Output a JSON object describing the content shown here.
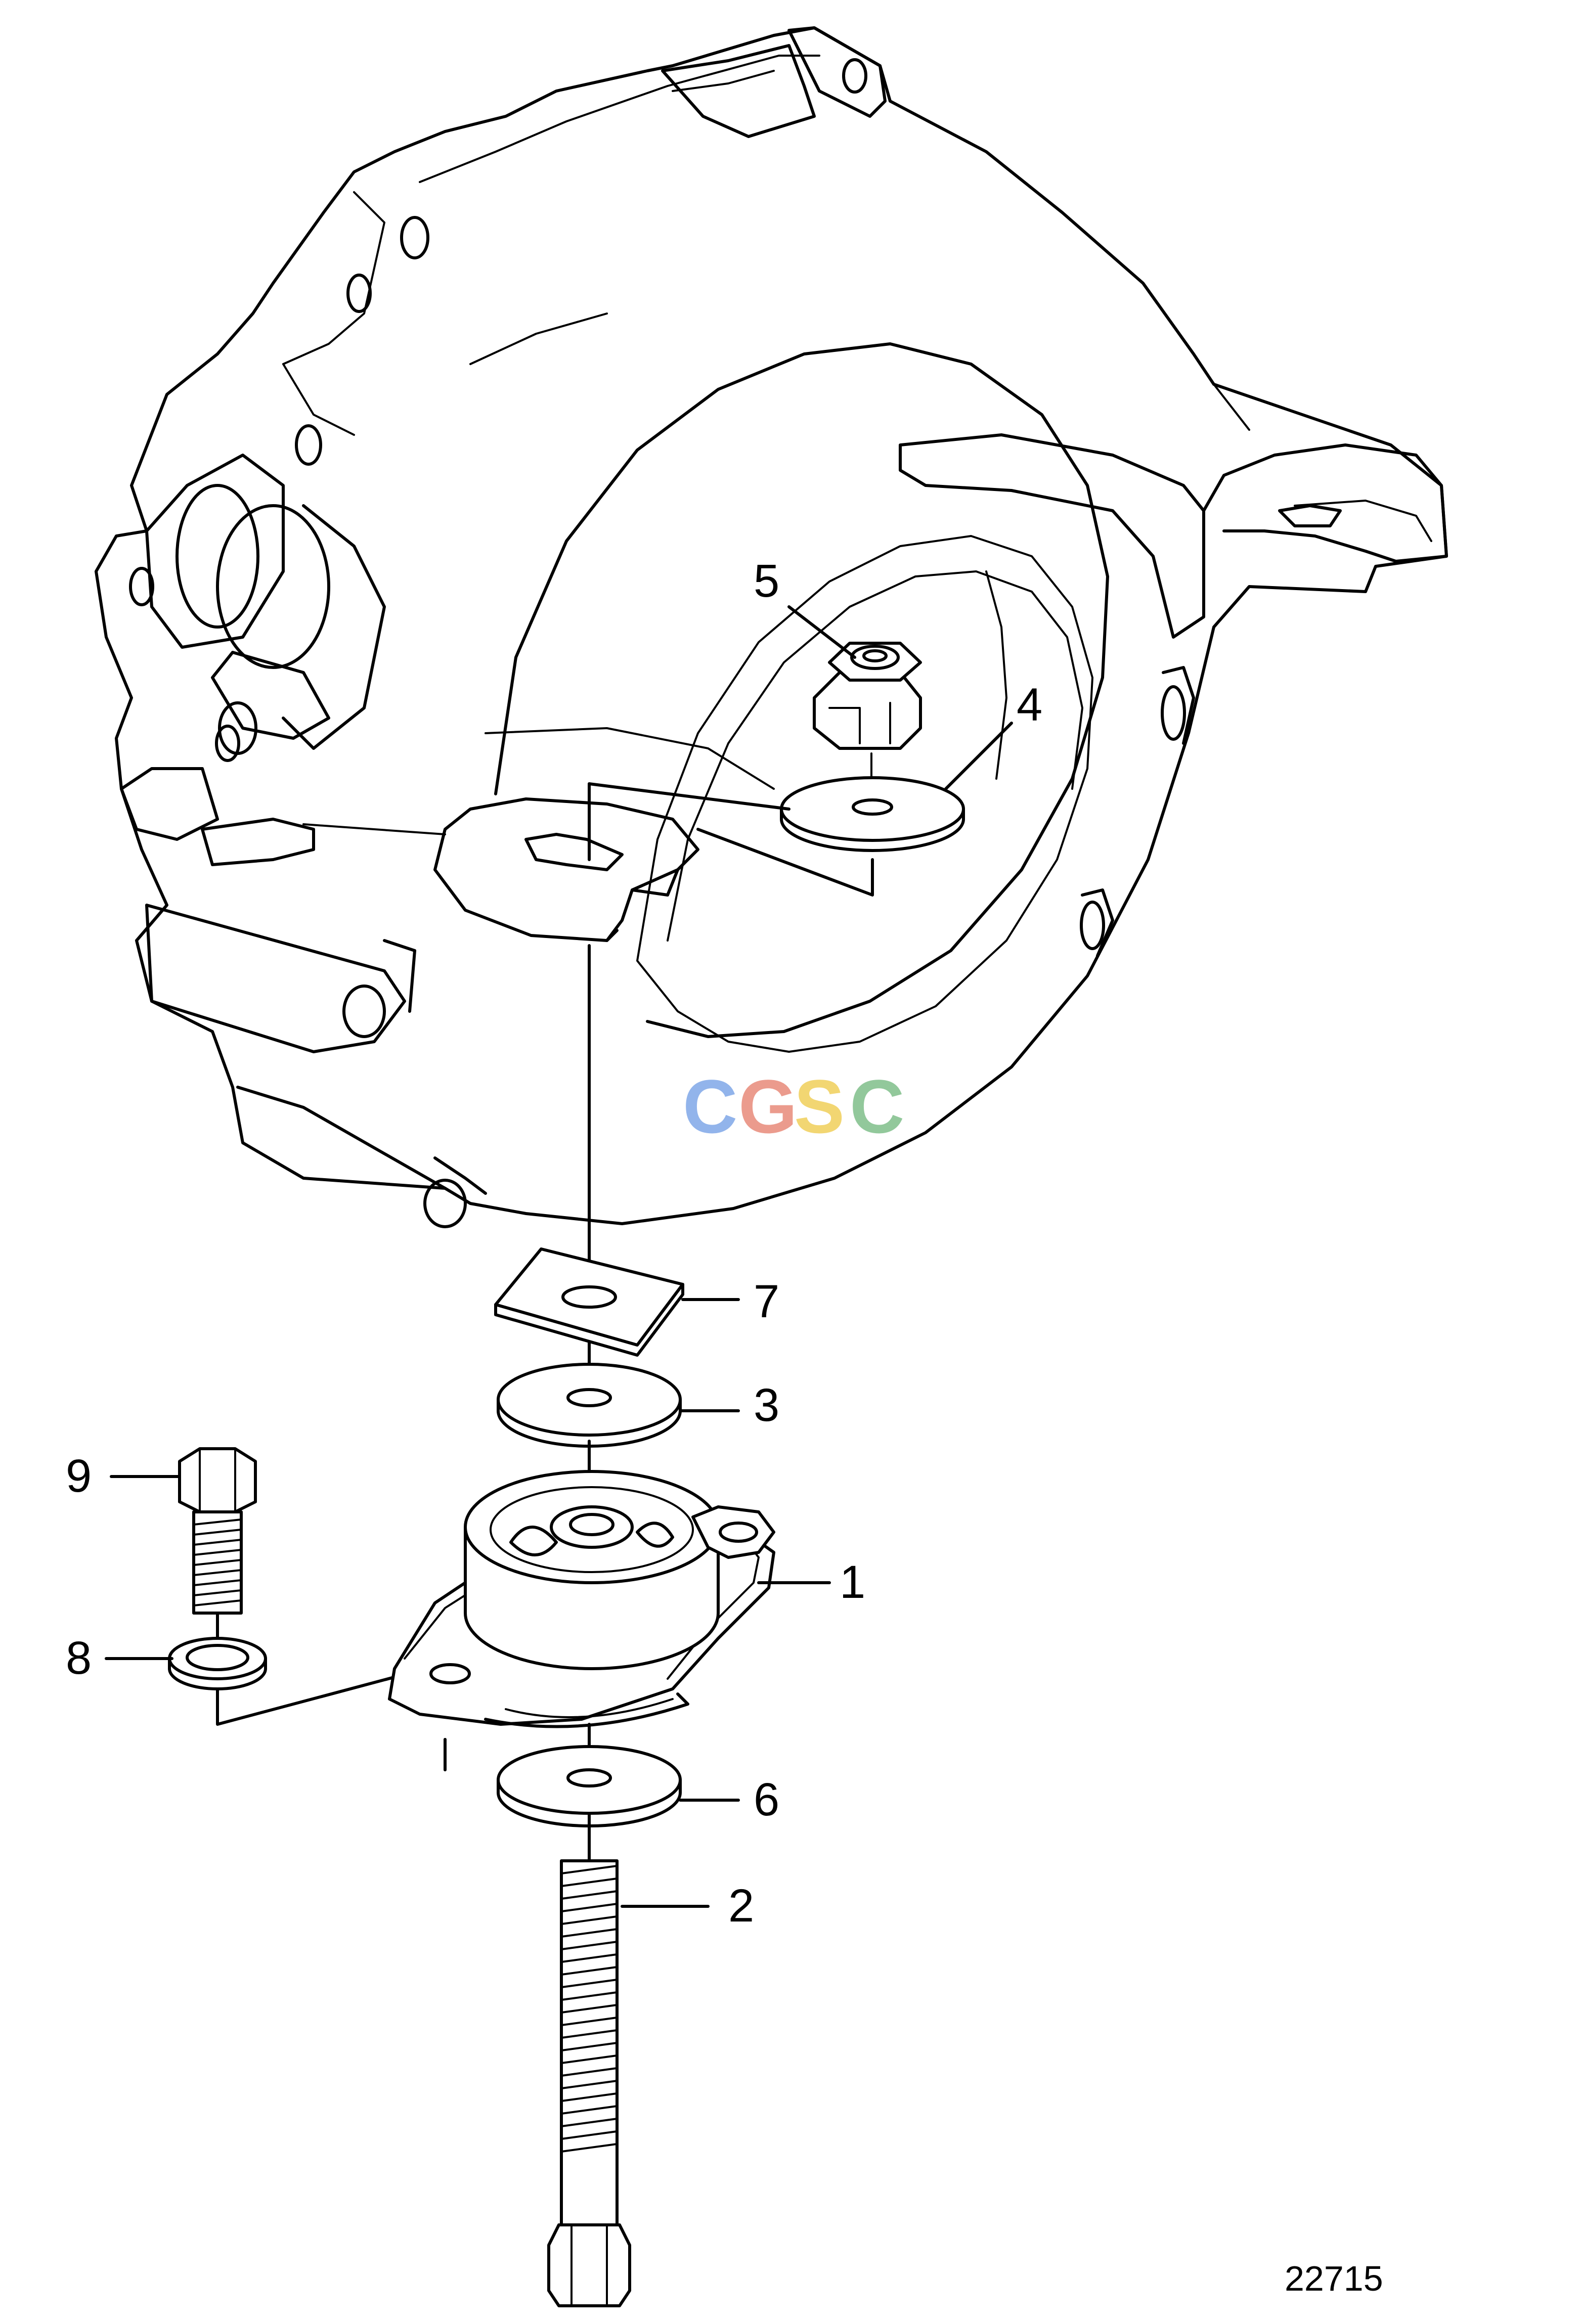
{
  "diagram": {
    "figure_number": "22715",
    "watermark": {
      "letters": [
        "C",
        "G",
        "S",
        "C"
      ],
      "colors": [
        "#7fa7e8",
        "#e88a7a",
        "#f0cf5a",
        "#7fbf8a"
      ]
    },
    "callouts": [
      {
        "id": "1",
        "label": "1"
      },
      {
        "id": "2",
        "label": "2"
      },
      {
        "id": "3",
        "label": "3"
      },
      {
        "id": "4",
        "label": "4"
      },
      {
        "id": "5",
        "label": "5"
      },
      {
        "id": "6",
        "label": "6"
      },
      {
        "id": "7",
        "label": "7"
      },
      {
        "id": "8",
        "label": "8"
      },
      {
        "id": "9",
        "label": "9"
      }
    ]
  }
}
